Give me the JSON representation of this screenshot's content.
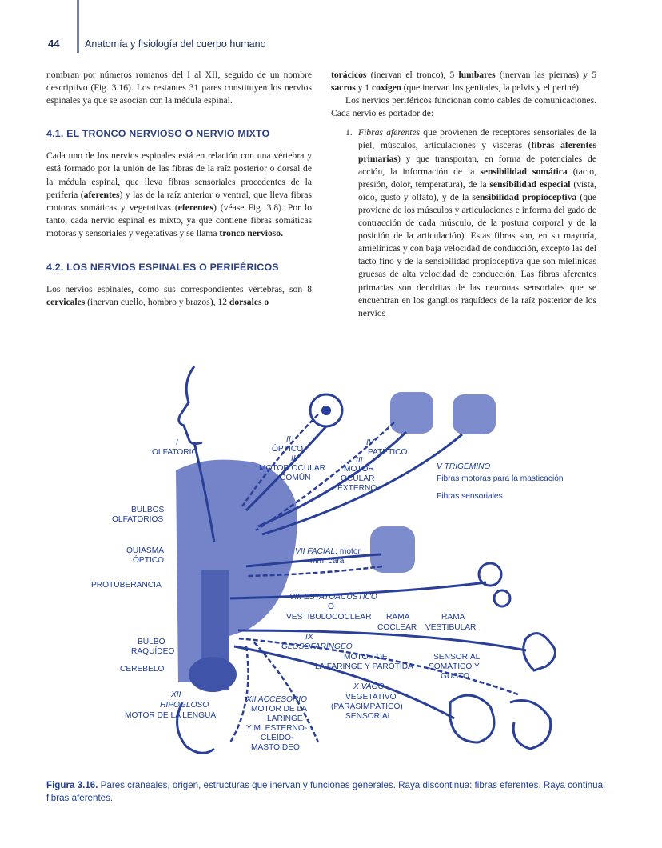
{
  "header": {
    "page_number": "44",
    "running_title": "Anatomía y fisiología del cuerpo humano"
  },
  "left_column": {
    "intro": "nombran por números romanos del I al XII, seguido de un nombre descriptivo (Fig. 3.16). Los restantes 31 pares constituyen los nervios espinales ya que se asocian con la médula espinal.",
    "heading_1": "4.1.  EL TRONCO NERVIOSO O NERVIO MIXTO",
    "p1_a": "Cada uno de los nervios espinales está en relación con una vértebra y está formado por la unión de las fibras de la raíz posterior o dorsal de la médula espinal, que lleva fibras sensoriales procedentes de la periferia (",
    "p1_b": "aferentes",
    "p1_c": ") y las de la raíz anterior o ventral, que lleva fibras motoras somáticas y vegetativas (",
    "p1_d": "eferentes",
    "p1_e": ") (véase Fig. 3.8). Por lo tanto, cada nervio espinal es mixto, ya que contiene fibras somáticas motoras y sensoriales y vegetativas y se llama ",
    "p1_f": "tronco nervioso.",
    "heading_2": "4.2.  LOS NERVIOS ESPINALES O PERIFÉRICOS",
    "p2_a": "Los nervios espinales, como sus correspondientes vértebras, son 8 ",
    "p2_b": "cervicales",
    "p2_c": " (inervan cuello, hombro y brazos), 12 ",
    "p2_d": "dorsales o"
  },
  "right_column": {
    "c_a": "torácicos",
    "c_b": " (inervan el tronco), 5 ",
    "c_c": "lumbares",
    "c_d": " (inervan las piernas) y 5 ",
    "c_e": "sacros",
    "c_f": " y 1 ",
    "c_g": "coxígeo",
    "c_h": " (que inervan los genitales, la pelvis y el periné).",
    "p2": "Los nervios periféricos funcionan como cables de comunicaciones. Cada nervio es portador de:",
    "li_num": "1.",
    "li_a": "Fibras aferentes",
    "li_b": " que provienen de receptores sensoriales de la piel, músculos, articulaciones y vísceras (",
    "li_c": "fibras aferentes primarias",
    "li_d": ") y que transportan, en forma de potenciales de acción, la información de la ",
    "li_e": "sensibilidad somática",
    "li_f": " (tacto, presión, dolor, temperatura), de la ",
    "li_g": "sensibilidad especial",
    "li_h": " (vista, oído, gusto y olfato), y de la ",
    "li_i": "sensibilidad propioceptiva",
    "li_j": " (que proviene de los músculos y articulaciones e informa del gado de contracción de cada músculo, de la postura corporal y de la posición de la articulación). Estas fibras son, en su mayoría, amielínicas y con baja velocidad de conducción, excepto las del tacto fino y de la sensibilidad propioceptiva que son mielínicas gruesas de alta velocidad de conducción. Las fibras aferentes primarias son dendritas de las neuronas sensoriales que se encuentran en los ganglios raquídeos de la raíz posterior de los nervios"
  },
  "figure": {
    "labels": {
      "i_num": "I",
      "i_name": "OLFATORIO",
      "ii_num": "II",
      "ii_name": "ÓPTICO",
      "iii_num": "III",
      "iii_name1": "MOTOR OCULAR",
      "iii_name2": "COMÚN",
      "iv_num": "IV",
      "iv_name": "PATÉTICO",
      "vi_num": "III",
      "vi_name1": "MOTOR",
      "vi_name2": "OCULAR",
      "vi_name3": "EXTERNO",
      "v_name": "V TRIGÉMINO",
      "v_motor": "Fibras motoras para la masticación",
      "v_sens": "Fibras sensoriales",
      "bulbos1": "BULBOS",
      "bulbos2": "OLFATORIOS",
      "quiasma1": "QUIASMA",
      "quiasma2": "ÓPTICO",
      "protuberancia": "PROTUBERANCIA",
      "vii1": "VII FACIAL:",
      "vii1b": " motor",
      "vii2": "mm. cara",
      "viii1": "VIII ESTATOACÚSTICO",
      "viii2": "O",
      "viii3": "VESTIBULOCOCLEAR",
      "rama_c1": "RAMA",
      "rama_c2": "COCLEAR",
      "rama_v1": "RAMA",
      "rama_v2": "VESTIBULAR",
      "bulbo1": "BULBO",
      "bulbo2": "RAQUÍDEO",
      "cerebelo": "CEREBELO",
      "ix1": "IX",
      "ix2": "GLOSOFARÍNGEO",
      "ix_m1": "MOTOR DE",
      "ix_m2": "LA FARINGE Y PARÓTIDA",
      "ix_s1": "SENSORIAL",
      "ix_s2": "SOMÁTICO Y",
      "ix_s3": "GUSTO",
      "x1": "X VAGO",
      "x2": "VEGETATIVO",
      "x3": "(PARASIMPÁTICO)",
      "x4": "SENSORIAL",
      "xi1": "XII ACCESORIO",
      "xi2": "MOTOR DE LA",
      "xi3": "LARINGE",
      "xi4": "Y M. ESTERNO-",
      "xi5": "CLEIDO-",
      "xi6": "MASTOIDEO",
      "xii1": "XII",
      "xii2": "HIPOGLOSO",
      "xii3": "MOTOR DE LA LENGUA"
    },
    "caption_label": "Figura 3.16.",
    "caption_text": "  Pares craneales, origen, estructuras que inervan y funciones generales. Raya discontinua: fibras eferentes. Raya continua: fibras aferentes."
  },
  "colors": {
    "accent": "#1f3c9a",
    "brain_fill": "#5d6fbf",
    "heading": "#2b3f86"
  }
}
